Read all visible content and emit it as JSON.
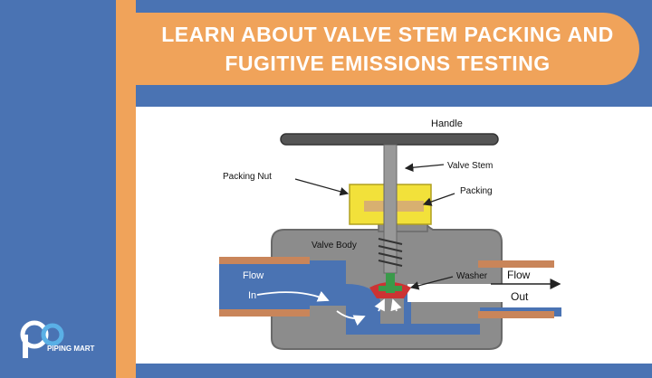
{
  "banner": {
    "title_line1": "LEARN ABOUT VALVE STEM PACKING AND",
    "title_line2": "FUGITIVE EMISSIONS TESTING"
  },
  "diagram": {
    "labels": {
      "handle": "Handle",
      "valve_stem": "Valve Stem",
      "packing_nut": "Packing Nut",
      "packing": "Packing",
      "valve_body": "Valve Body",
      "washer": "Washer",
      "flow_in_1": "Flow",
      "flow_in_2": "In",
      "flow_out_1": "Flow",
      "flow_out_2": "Out"
    },
    "colors": {
      "body": "#8c8c8c",
      "fluid": "#4a73b3",
      "pipe": "#c9855a",
      "nut": "#f2e13a",
      "washer": "#cc3333",
      "valve_green": "#3a9a4a"
    }
  },
  "brand": {
    "name": "PIPING MART"
  }
}
